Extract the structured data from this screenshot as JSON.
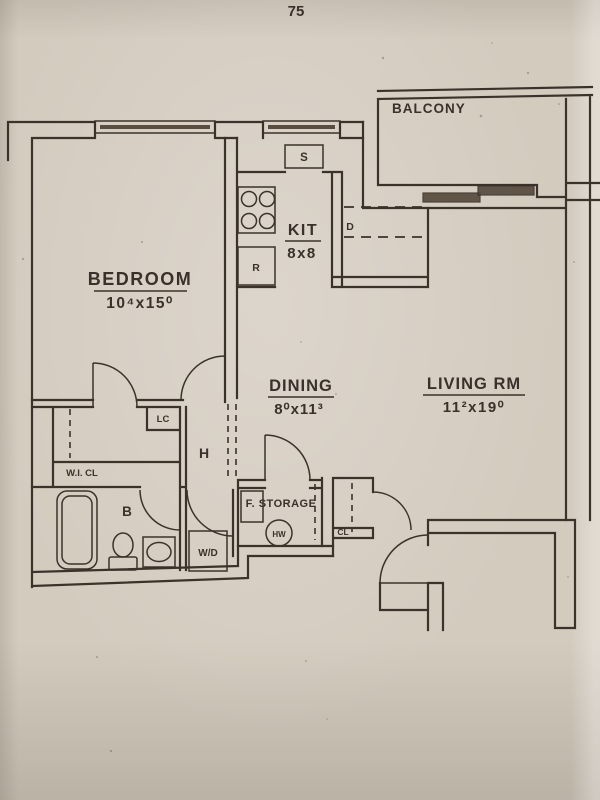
{
  "page_number": "75",
  "rooms": {
    "balcony": {
      "name": "BALCONY"
    },
    "bedroom": {
      "name": "BEDROOM",
      "dims": "10⁴x15⁰"
    },
    "kitchen": {
      "name": "KIT",
      "dims": "8x8"
    },
    "dining": {
      "name": "DINING",
      "dims": "8⁰x11³"
    },
    "living_room": {
      "name": "LIVING RM",
      "dims": "11²x19⁰"
    },
    "bathroom": {
      "name": "B"
    },
    "hall": {
      "name": "H"
    },
    "front_storage": {
      "name": "F. STORAGE"
    },
    "walk_in_closet": {
      "name": "W.I. CL"
    },
    "linen_closet": {
      "name": "LC"
    },
    "entry_closet": {
      "name": "CL"
    }
  },
  "fixtures": {
    "kitchen_sink": "S",
    "refrigerator": "R",
    "dishwasher": "D",
    "washer_dryer": "W/D",
    "hot_water_heater": "HW"
  },
  "colors": {
    "paper": "#d4cbbf",
    "ink": "#3b332a"
  }
}
